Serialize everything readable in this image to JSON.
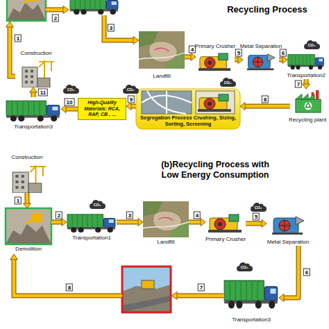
{
  "diagram": {
    "nodes": [
      {
        "text": [
          "Landfill"
        ]
      },
      {
        "text": [
          "Primary Crusher"
        ]
      },
      {
        "text": [
          "Metal Separation"
        ]
      },
      {
        "text": [
          "Transportation2"
        ]
      },
      {
        "text": [
          "Recycling plant"
        ]
      },
      {
        "text": [
          "Segregation Process Crushing, Sizing, Sorting, Screening"
        ]
      },
      {
        "text": [
          "High-Quality Materials: RCA, RAP, CB , ..."
        ]
      },
      {
        "text": [
          "Transportation3"
        ]
      },
      {
        "text": [
          "Construction"
        ]
      },
      {
        "text": [
          "Construction"
        ]
      },
      {
        "text": [
          "Demolition"
        ]
      },
      {
        "text": [
          "Transportation1"
        ]
      },
      {
        "text": [
          "Landfill"
        ]
      },
      {
        "text": [
          "Primary Crusher"
        ]
      },
      {
        "text": [
          "Metal Separation"
        ]
      },
      {
        "text": [
          "Transportation3"
        ]
      }
    ],
    "edges": [
      {
        "from": 0,
        "to": 1,
        "label": "4",
        "arrow": "to"
      },
      {
        "from": 1,
        "to": 2,
        "label": "5",
        "arrow": "to"
      },
      {
        "from": 2,
        "to": 3,
        "label": "6",
        "arrow": "to"
      },
      {
        "from": 3,
        "to": 4,
        "label": "7",
        "arrow": "to"
      },
      {
        "from": 4,
        "to": 5,
        "label": "8",
        "arrow": "to"
      },
      {
        "from": 5,
        "to": 6,
        "label": "9",
        "arrow": "to"
      },
      {
        "from": 6,
        "to": 7,
        "label": "10",
        "arrow": "to"
      },
      {
        "from": 7,
        "to": 8,
        "label": "11",
        "arrow": "to"
      },
      {
        "from": 9,
        "to": 10,
        "label": "1",
        "arrow": "to"
      },
      {
        "from": 10,
        "to": 11,
        "label": "2",
        "arrow": "to"
      },
      {
        "from": 11,
        "to": 12,
        "label": "3",
        "arrow": "to"
      },
      {
        "from": 12,
        "to": 13,
        "label": "4",
        "arrow": "to"
      },
      {
        "from": 13,
        "to": 14,
        "label": "5",
        "arrow": "to"
      },
      {
        "from": 14,
        "to": 15,
        "label": "6",
        "arrow": "to"
      }
    ],
    "labels": [
      "Recycling Process",
      "1",
      "2",
      "3",
      "CO₂",
      "CO₂",
      "CO₂",
      "CO₂",
      "(b)Recycling Process with Low Energy Consumption",
      "7",
      "8",
      "CO₂",
      "CO₂",
      "CO₂"
    ]
  }
}
